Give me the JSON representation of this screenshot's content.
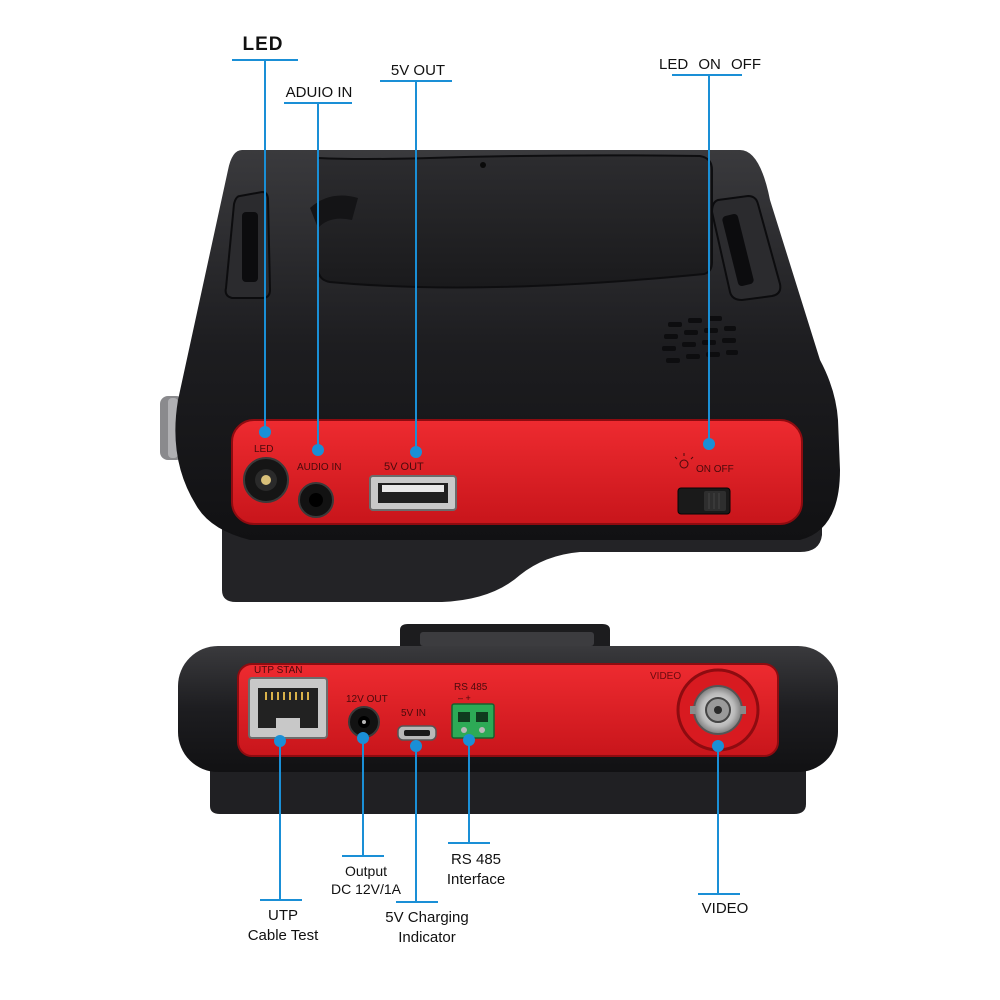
{
  "callouts": {
    "led": "LED",
    "audio_in": "ADUIO IN",
    "usb_out": "5V OUT",
    "led_switch": "LED  ON  OFF",
    "utp": [
      "UTP",
      "Cable Test"
    ],
    "dc_output": [
      "Output",
      "DC 12V/1A"
    ],
    "charging": [
      "5V Charging",
      "Indicator"
    ],
    "rs485": [
      "RS 485",
      "Interface"
    ],
    "video": "VIDEO"
  },
  "panel_labels": {
    "led": "LED",
    "audio_in": "AUDIO IN",
    "usb_out": "5V  OUT",
    "on_off": "ON  OFF",
    "utp": "UTP  STAN",
    "dc_out": "12V  OUT",
    "usb_in": "5V  IN",
    "rs485": "RS  485",
    "rs485_pins": "–   +",
    "video": "VIDEO"
  },
  "colors": {
    "accent_line": "#1a8fd6",
    "panel_red": "#e11b22",
    "body_dark": "#1c1c1e",
    "terminal_green": "#2daa56"
  }
}
